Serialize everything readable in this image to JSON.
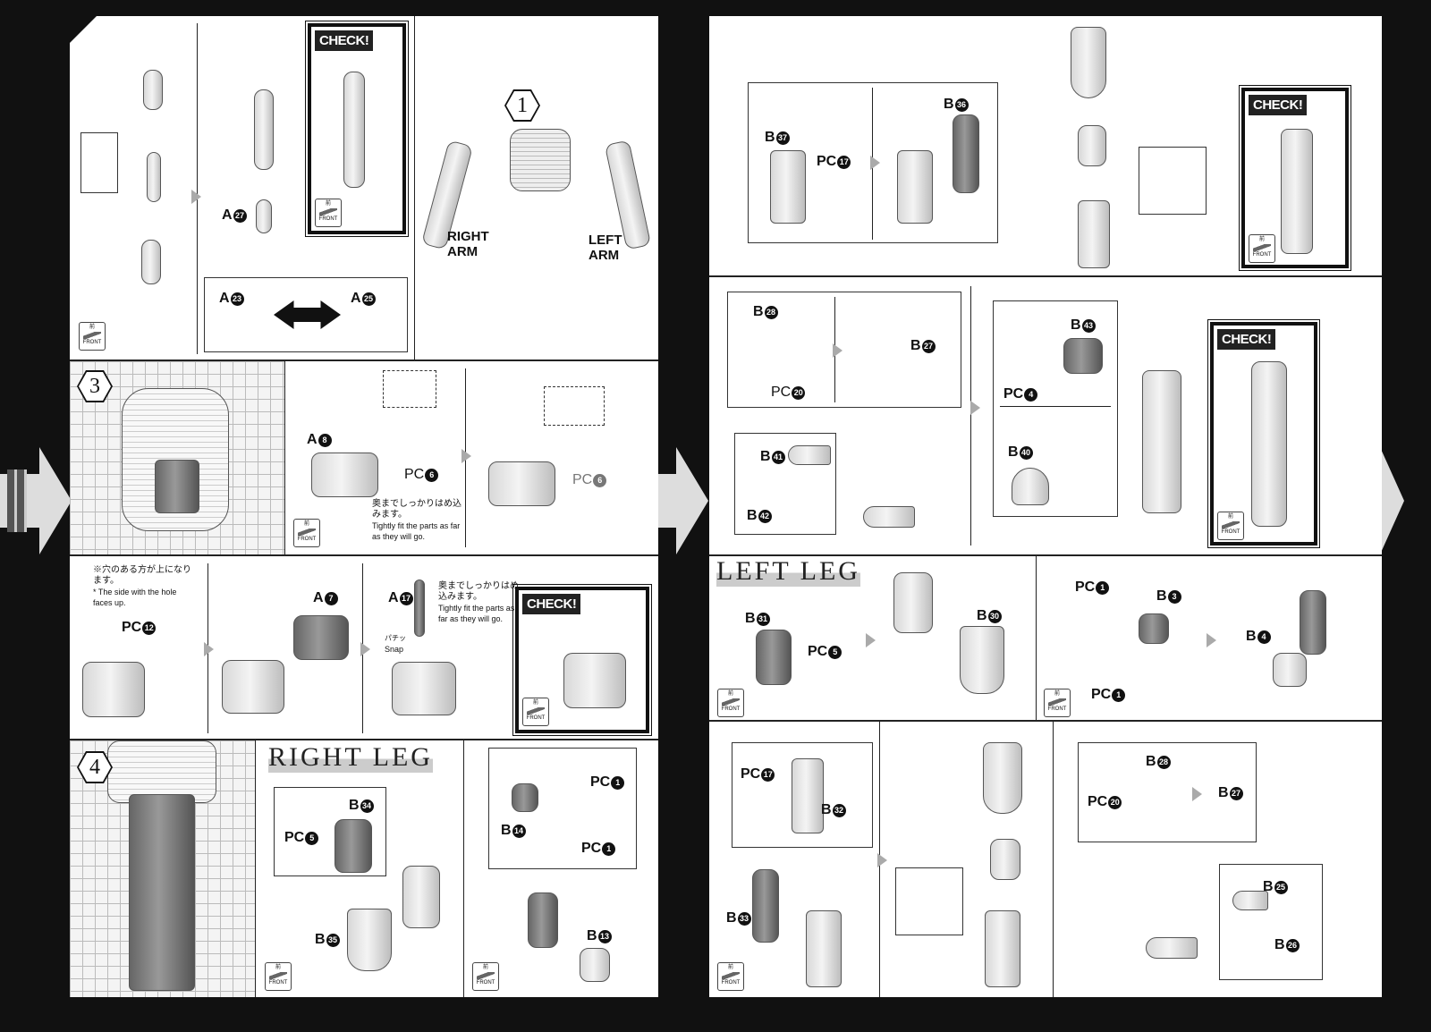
{
  "front": {
    "jp": "前",
    "en": "FRONT"
  },
  "check": "CHECK!",
  "steps": {
    "s1": "1",
    "s3": "3",
    "s4": "4"
  },
  "titles": {
    "right_leg": "RIGHT LEG",
    "left_leg": "LEFT LEG"
  },
  "arms": {
    "right": "RIGHT ARM",
    "left": "LEFT ARM"
  },
  "notes": {
    "fit_jp": "奥までしっかりはめ込みます。",
    "fit_en": "Tightly fit the parts as far as they will go.",
    "hole_jp": "※穴のある方が上になります。",
    "hole_en": "* The side with the hole faces up.",
    "snap_jp": "パチッ",
    "snap_en": "Snap"
  },
  "parts": {
    "a27": {
      "p": "A",
      "n": "27"
    },
    "a23": {
      "p": "A",
      "n": "23"
    },
    "a25": {
      "p": "A",
      "n": "25"
    },
    "a8": {
      "p": "A",
      "n": "8"
    },
    "pc6a": {
      "p": "PC",
      "n": "6"
    },
    "pc6b": {
      "p": "PC",
      "n": "6"
    },
    "pc12": {
      "p": "PC",
      "n": "12"
    },
    "a7": {
      "p": "A",
      "n": "7"
    },
    "a17": {
      "p": "A",
      "n": "17"
    },
    "b34": {
      "p": "B",
      "n": "34"
    },
    "pc5a": {
      "p": "PC",
      "n": "5"
    },
    "b35": {
      "p": "B",
      "n": "35"
    },
    "pc1a": {
      "p": "PC",
      "n": "1"
    },
    "b14": {
      "p": "B",
      "n": "14"
    },
    "pc1b": {
      "p": "PC",
      "n": "1"
    },
    "b13": {
      "p": "B",
      "n": "13"
    },
    "b37": {
      "p": "B",
      "n": "37"
    },
    "pc17a": {
      "p": "PC",
      "n": "17"
    },
    "b36": {
      "p": "B",
      "n": "36"
    },
    "b28a": {
      "p": "B",
      "n": "28"
    },
    "pc20a": {
      "p": "PC",
      "n": "20"
    },
    "b27a": {
      "p": "B",
      "n": "27"
    },
    "b41": {
      "p": "B",
      "n": "41"
    },
    "b42": {
      "p": "B",
      "n": "42"
    },
    "b43": {
      "p": "B",
      "n": "43"
    },
    "pc4": {
      "p": "PC",
      "n": "4"
    },
    "b40": {
      "p": "B",
      "n": "40"
    },
    "b31": {
      "p": "B",
      "n": "31"
    },
    "pc5b": {
      "p": "PC",
      "n": "5"
    },
    "b30": {
      "p": "B",
      "n": "30"
    },
    "pc1c": {
      "p": "PC",
      "n": "1"
    },
    "b3": {
      "p": "B",
      "n": "3"
    },
    "pc1d": {
      "p": "PC",
      "n": "1"
    },
    "b4": {
      "p": "B",
      "n": "4"
    },
    "pc17b": {
      "p": "PC",
      "n": "17"
    },
    "b32": {
      "p": "B",
      "n": "32"
    },
    "b33": {
      "p": "B",
      "n": "33"
    },
    "b28b": {
      "p": "B",
      "n": "28"
    },
    "pc20b": {
      "p": "PC",
      "n": "20"
    },
    "b27b": {
      "p": "B",
      "n": "27"
    },
    "b25": {
      "p": "B",
      "n": "25"
    },
    "b26": {
      "p": "B",
      "n": "26"
    }
  }
}
